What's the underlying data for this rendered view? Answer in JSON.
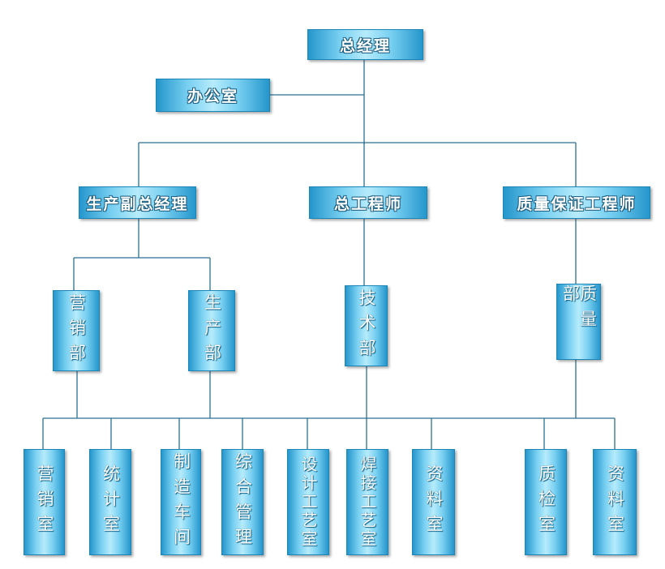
{
  "top": {
    "gm": "总经理",
    "office": "办公室"
  },
  "level2": {
    "prod_deputy": "生产副总经理",
    "chief_engineer": "总工程师",
    "quality_engineer": "质量保证工程师"
  },
  "departments": {
    "sales": "营销部",
    "production": "生产部",
    "technology": "技术部",
    "quality": "质量部"
  },
  "offices": {
    "sales_office": "营销室",
    "statistics_office": "统计室",
    "manufacturing_shop": "制造车间",
    "general_management": "综合管理",
    "design_process_office": "设计工艺室",
    "welding_process_office": "焊接工艺室",
    "tech_archive_office": "资料室",
    "inspection_office": "质检室",
    "quality_archive_office": "资料室"
  },
  "colors": {
    "line": "#2a6f93",
    "box_edge": "#2596cc",
    "box_center": "#b6ebfb"
  }
}
